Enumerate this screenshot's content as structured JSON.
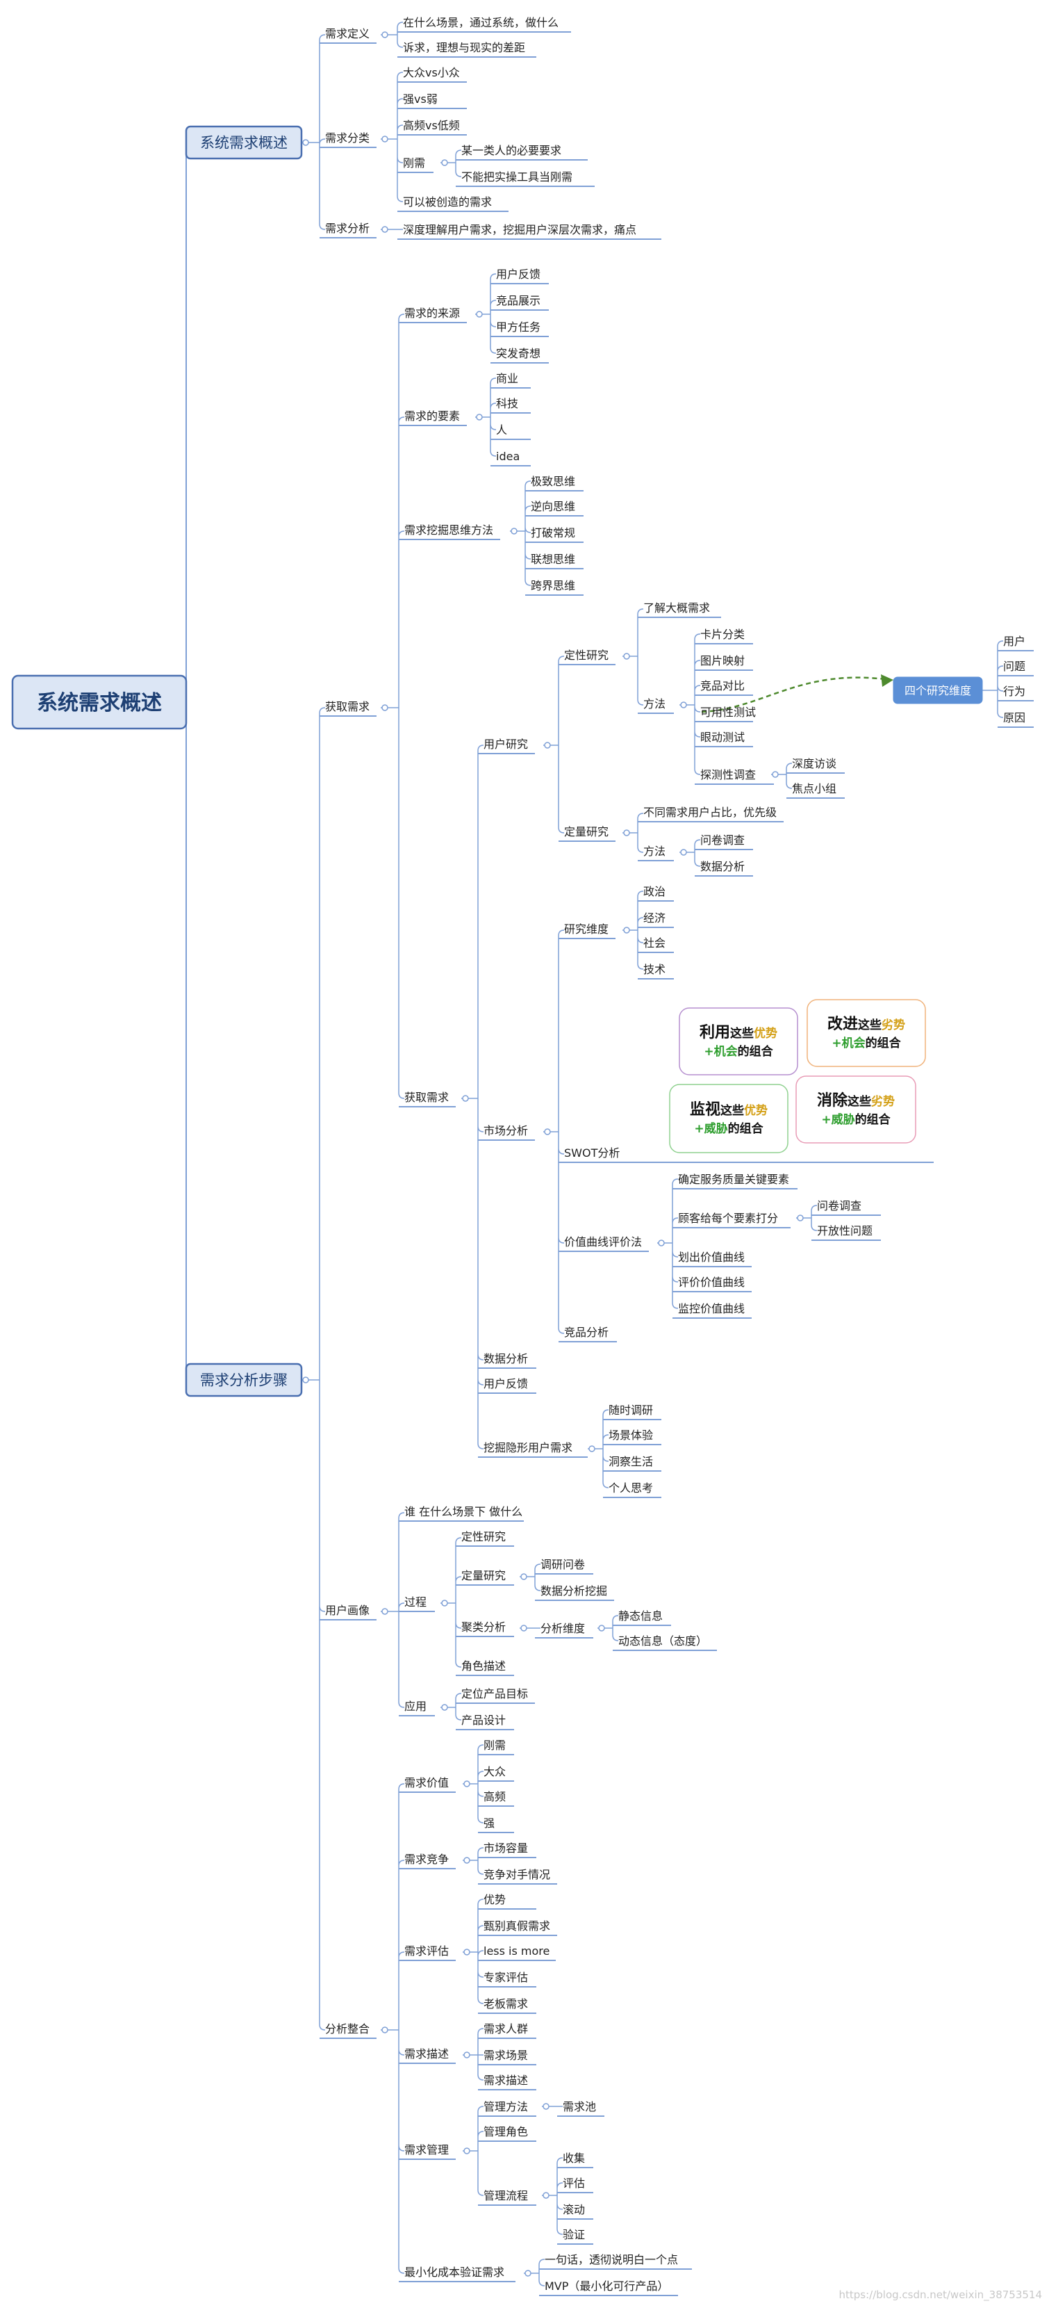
{
  "root": {
    "label": "系统需求概述"
  },
  "overview": {
    "label": "系统需求概述",
    "definition": {
      "label": "需求定义",
      "items": [
        "在什么场景，通过系统，做什么",
        "诉求，理想与现实的差距"
      ]
    },
    "classification": {
      "label": "需求分类",
      "items": [
        "大众vs小众",
        "强vs弱",
        "高频vs低频"
      ],
      "rigid": {
        "label": "刚需",
        "items": [
          "某一类人的必要要求",
          "不能把实操工具当刚需"
        ]
      },
      "creatable": "可以被创造的需求"
    },
    "analysis": {
      "label": "需求分析",
      "item": "深度理解用户需求，挖掘用户深层次需求，痛点"
    }
  },
  "steps": {
    "label": "需求分析步骤",
    "acquire": {
      "label": "获取需求",
      "sources": {
        "label": "需求的来源",
        "items": [
          "用户反馈",
          "竞品展示",
          "甲方任务",
          "突发奇想"
        ]
      },
      "elements": {
        "label": "需求的要素",
        "items": [
          "商业",
          "科技",
          "人",
          "idea"
        ]
      },
      "thinking": {
        "label": "需求挖掘思维方法",
        "items": [
          "极致思维",
          "逆向思维",
          "打破常规",
          "联想思维",
          "跨界思维"
        ]
      },
      "get": {
        "label": "获取需求",
        "user_research": {
          "label": "用户研究",
          "qualitative": {
            "label": "定性研究",
            "first": "了解大概需求",
            "method": {
              "label": "方法",
              "items": [
                "卡片分类",
                "图片映射",
                "竞品对比",
                "可用性测试",
                "眼动测试"
              ],
              "exploratory": {
                "label": "探测性调查",
                "items": [
                  "深度访谈",
                  "焦点小组"
                ]
              }
            },
            "dimensions": {
              "label": "四个研究维度",
              "items": [
                "用户",
                "问题",
                "行为",
                "原因"
              ]
            }
          },
          "quantitative": {
            "label": "定量研究",
            "first": "不同需求用户占比，优先级",
            "method": {
              "label": "方法",
              "items": [
                "问卷调查",
                "数据分析"
              ]
            }
          }
        },
        "market": {
          "label": "市场分析",
          "dimension": {
            "label": "研究维度",
            "items": [
              "政治",
              "经济",
              "社会",
              "技术"
            ]
          },
          "swot": {
            "label": "SWOT分析",
            "boxes": [
              {
                "verb": "利用",
                "mid": "这些",
                "key1": "优势",
                "plus": "+",
                "key2": "机会",
                "tail": "的组合",
                "color1": "#d4a017",
                "color2": "#2e9e2e",
                "border": "#b58fcf"
              },
              {
                "verb": "改进",
                "mid": "这些",
                "key1": "劣势",
                "plus": "+",
                "key2": "机会",
                "tail": "的组合",
                "color1": "#d4a017",
                "color2": "#2e9e2e",
                "border": "#f0b27a"
              },
              {
                "verb": "监视",
                "mid": "这些",
                "key1": "优势",
                "plus": "+",
                "key2": "威胁",
                "tail": "的组合",
                "color1": "#d4a017",
                "color2": "#2e9e2e",
                "border": "#8fd18f"
              },
              {
                "verb": "消除",
                "mid": "这些",
                "key1": "劣势",
                "plus": "+",
                "key2": "威胁",
                "tail": "的组合",
                "color1": "#d4a017",
                "color2": "#2e9e2e",
                "border": "#e89bb5"
              }
            ]
          },
          "value_curve": {
            "label": "价值曲线评价法",
            "first": "确定服务质量关键要素",
            "score": {
              "label": "顾客给每个要素打分",
              "items": [
                "问卷调查",
                "开放性问题"
              ]
            },
            "items": [
              "划出价值曲线",
              "评价价值曲线",
              "监控价值曲线"
            ]
          },
          "competitor": "竞品分析"
        },
        "data_analysis": "数据分析",
        "user_feedback": "用户反馈",
        "hidden": {
          "label": "挖掘隐形用户需求",
          "items": [
            "随时调研",
            "场景体验",
            "洞察生活",
            "个人思考"
          ]
        }
      }
    },
    "persona": {
      "label": "用户画像",
      "who": "谁 在什么场景下 做什么",
      "process": {
        "label": "过程",
        "qualitative": "定性研究",
        "quantitative": {
          "label": "定量研究",
          "items": [
            "调研问卷",
            "数据分析挖掘"
          ]
        },
        "cluster": {
          "label": "聚类分析",
          "dimension": {
            "label": "分析维度",
            "items": [
              "静态信息",
              "动态信息（态度）"
            ]
          }
        },
        "role": "角色描述"
      },
      "apply": {
        "label": "应用",
        "items": [
          "定位产品目标",
          "产品设计"
        ]
      }
    },
    "integrate": {
      "label": "分析整合",
      "value": {
        "label": "需求价值",
        "items": [
          "刚需",
          "大众",
          "高频",
          "强"
        ]
      },
      "compete": {
        "label": "需求竞争",
        "items": [
          "市场容量",
          "竞争对手情况"
        ]
      },
      "evaluate": {
        "label": "需求评估",
        "items": [
          "优势",
          "甄别真假需求",
          "less is more",
          "专家评估",
          "老板需求"
        ]
      },
      "describe": {
        "label": "需求描述",
        "items": [
          "需求人群",
          "需求场景",
          "需求描述"
        ]
      },
      "manage": {
        "label": "需求管理",
        "method": {
          "label": "管理方法",
          "items": [
            "需求池"
          ]
        },
        "role": "管理角色",
        "flow": {
          "label": "管理流程",
          "items": [
            "收集",
            "评估",
            "滚动",
            "验证"
          ]
        }
      },
      "mvp": {
        "label": "最小化成本验证需求",
        "items": [
          "一句话，透彻说明白一个点",
          "MVP（最小化可行产品）"
        ]
      }
    }
  },
  "watermark": "https://blog.csdn.net/weixin_38753514",
  "colors": {
    "line": "#7fa0d6",
    "root_fill": "#dce6f5",
    "root_border": "#4a6fb0",
    "highlight": "#5b8fd6",
    "dashed": "#4e8a2e"
  }
}
